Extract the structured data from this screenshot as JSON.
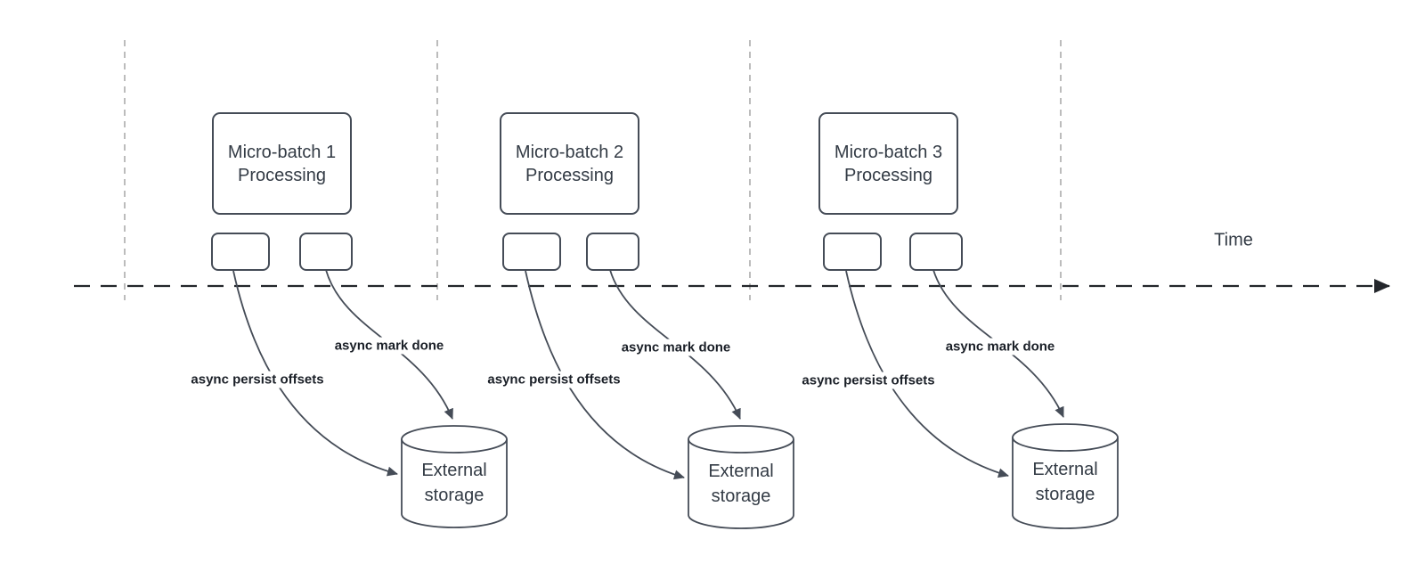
{
  "diagram": {
    "time_label": "Time",
    "colors": {
      "stroke": "#454c57",
      "box_text": "#333b45",
      "label_text": "#1a1f27",
      "grid": "#ababab",
      "axis": "#23262b"
    },
    "groups": [
      {
        "title_line1": "Micro-batch 1",
        "title_line2": "Processing",
        "persist_label": "async persist offsets",
        "done_label": "async mark done",
        "storage_line1": "External",
        "storage_line2": "storage"
      },
      {
        "title_line1": "Micro-batch 2",
        "title_line2": "Processing",
        "persist_label": "async persist offsets",
        "done_label": "async mark done",
        "storage_line1": "External",
        "storage_line2": "storage"
      },
      {
        "title_line1": "Micro-batch 3",
        "title_line2": "Processing",
        "persist_label": "async persist offsets",
        "done_label": "async mark done",
        "storage_line1": "External",
        "storage_line2": "storage"
      }
    ]
  }
}
